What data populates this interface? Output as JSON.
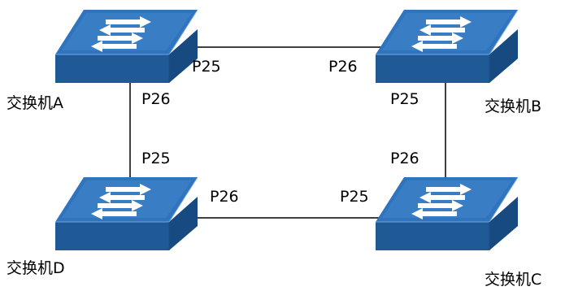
{
  "colors": {
    "switch_top": "#2f74bd",
    "switch_top_highlight": "#4c8fd3",
    "switch_front": "#1f5a97",
    "switch_side": "#174a80",
    "switch_edge": "#174f8a",
    "arrow_fill": "#ffffff",
    "link_line": "#000000"
  },
  "switches": {
    "a": {
      "label": "交换机A",
      "icon": "network-switch-icon"
    },
    "b": {
      "label": "交换机B",
      "icon": "network-switch-icon"
    },
    "c": {
      "label": "交换机C",
      "icon": "network-switch-icon"
    },
    "d": {
      "label": "交换机D",
      "icon": "network-switch-icon"
    }
  },
  "links": [
    {
      "from": "交换机A",
      "from_port": "P25",
      "to": "交换机B",
      "to_port": "P26"
    },
    {
      "from": "交换机B",
      "from_port": "P25",
      "to": "交换机C",
      "to_port": "P26"
    },
    {
      "from": "交换机C",
      "from_port": "P25",
      "to": "交换机D",
      "to_port": "P26"
    },
    {
      "from": "交换机D",
      "from_port": "P25",
      "to": "交换机A",
      "to_port": "P26"
    }
  ],
  "ports": {
    "a_right": "P25",
    "a_bottom": "P26",
    "b_left": "P26",
    "b_bottom": "P25",
    "c_top": "P26",
    "c_left": "P25",
    "d_top": "P25",
    "d_right": "P26"
  }
}
